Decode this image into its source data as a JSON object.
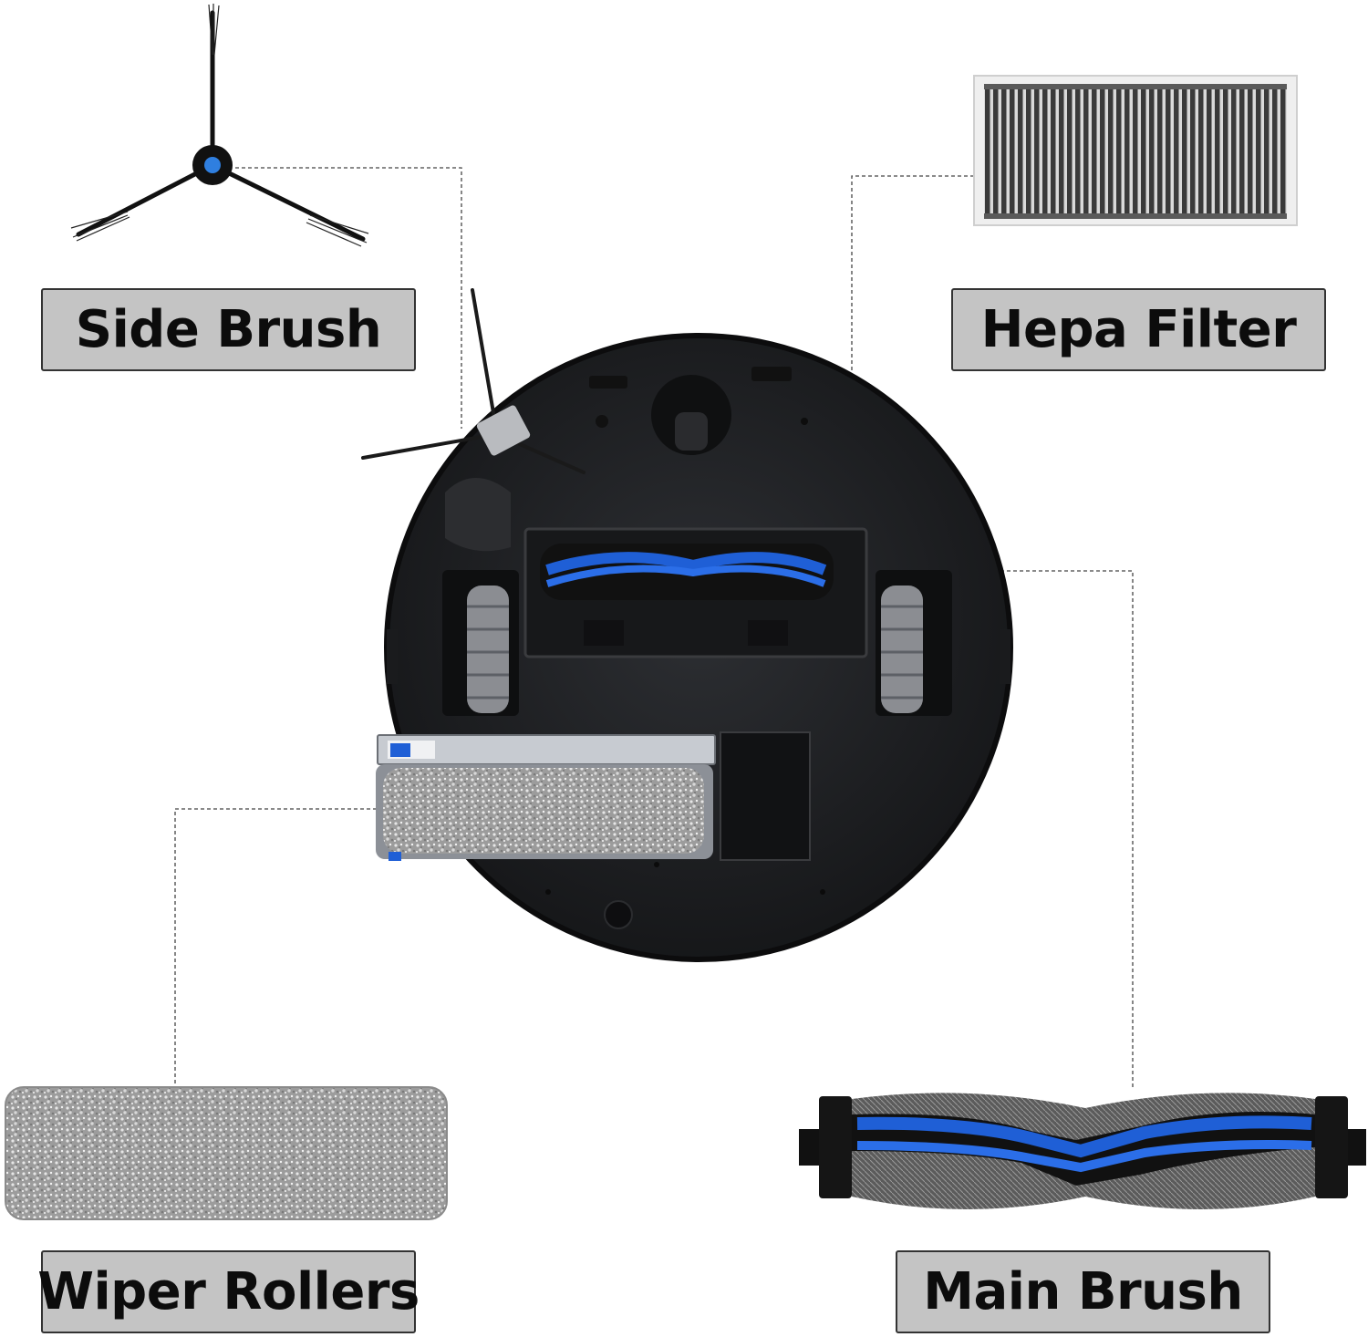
{
  "labels": {
    "side_brush": "Side Brush",
    "hepa_filter": "Hepa Filter",
    "wiper_rollers": "Wiper Rollers",
    "main_brush": "Main Brush"
  },
  "colors": {
    "accent_blue": "#1f5fd6",
    "label_bg": "#c4c4c4",
    "robot_body": "#232427",
    "roller_gray": "#a9a9a9"
  },
  "icons": {
    "side_brush": "three-arm-side-brush-icon",
    "hepa_filter": "pleated-filter-icon",
    "wiper_roller": "mop-roller-icon",
    "main_brush": "bristle-roller-brush-icon",
    "robot": "robot-vacuum-underside-image"
  }
}
